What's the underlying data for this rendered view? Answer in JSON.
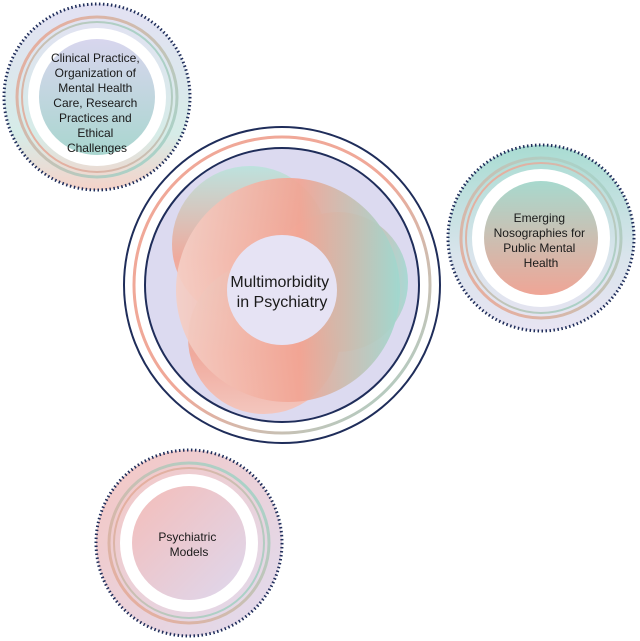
{
  "center": {
    "lines": [
      "Multimorbidity",
      "in Psychiatry"
    ]
  },
  "satellites": {
    "clinical": {
      "lines": [
        "Clinical Practice,",
        "Organization of",
        "Mental Health",
        "Care, Research",
        "Practices and",
        "Ethical",
        "Challenges"
      ]
    },
    "nosographies": {
      "lines": [
        "Emerging",
        "Nosographies for",
        "Public Mental",
        "Health"
      ]
    },
    "models": {
      "lines": [
        "Psychiatric",
        "Models"
      ]
    }
  },
  "colors": {
    "navy": "#1f2d5a",
    "coral": "#f0a898",
    "mint": "#9fd8cf",
    "lavender": "#dcdaf0",
    "pink": "#f3c3c3"
  }
}
